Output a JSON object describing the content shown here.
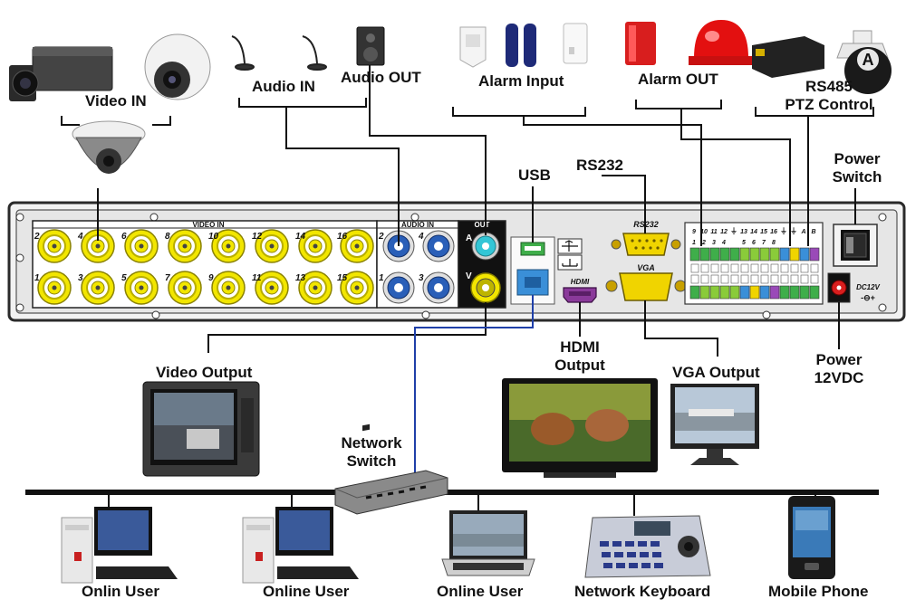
{
  "labels": {
    "video_in": "Video IN",
    "audio_in": "Audio IN",
    "audio_out": "Audio OUT",
    "alarm_input": "Alarm Input",
    "alarm_out": "Alarm OUT",
    "rs485_line1": "RS485",
    "rs485_line2": "PTZ Control",
    "usb": "USB",
    "rs232": "RS232",
    "power_switch_line1": "Power",
    "power_switch_line2": "Switch",
    "video_output": "Video Output",
    "hdmi_line1": "HDMI",
    "hdmi_line2": "Output",
    "vga_output": "VGA Output",
    "power12_line1": "Power",
    "power12_line2": "12VDC",
    "network_switch_line1": "Network",
    "network_switch_line2": "Switch",
    "user1": "Onlin User",
    "user2": "Online User",
    "user3": "Online User",
    "keyboard": "Network Keyboard",
    "mobile": "Mobile Phone"
  },
  "panel": {
    "video_in_header": "VIDEO  IN",
    "audio_in_header": "AUDIO  IN",
    "out_header": "OUT",
    "video_top_ports": [
      "2",
      "4",
      "6",
      "8",
      "10",
      "12",
      "14",
      "16"
    ],
    "video_bottom_ports": [
      "1",
      "3",
      "5",
      "7",
      "9",
      "11",
      "13",
      "15"
    ],
    "audio_top_ports": [
      "2",
      "4"
    ],
    "audio_bottom_ports": [
      "1",
      "3"
    ],
    "out_a": "A",
    "out_v": "V",
    "rs232_label": "RS232",
    "hdmi_label": "HDMI",
    "vga_label": "VGA",
    "dc_label": "DC12V",
    "ptz_letter": "A",
    "alarm_top_numbers": [
      "9",
      "10",
      "11",
      "12",
      "",
      "13",
      "14",
      "15",
      "16",
      "",
      "",
      "A",
      "B"
    ],
    "alarm_bottom_numbers": [
      "1",
      "2",
      "3",
      "4",
      "",
      "5",
      "6",
      "7",
      "8",
      "",
      "",
      "",
      ""
    ]
  },
  "colors": {
    "panel_body": "#e8e8e8",
    "panel_border": "#2a2a2a",
    "bnc_yellow": "#f2e600",
    "audio_blue": "#2a5fb8",
    "out_cyan": "#33c6d6",
    "network_line": "#1f3fa8",
    "hdmi_purple": "#8a3a9a",
    "vga_yellow": "#f0d400",
    "usb_green": "#3fae4a",
    "rj45_blue": "#3a8fd8",
    "power_red": "#d81e1e"
  }
}
